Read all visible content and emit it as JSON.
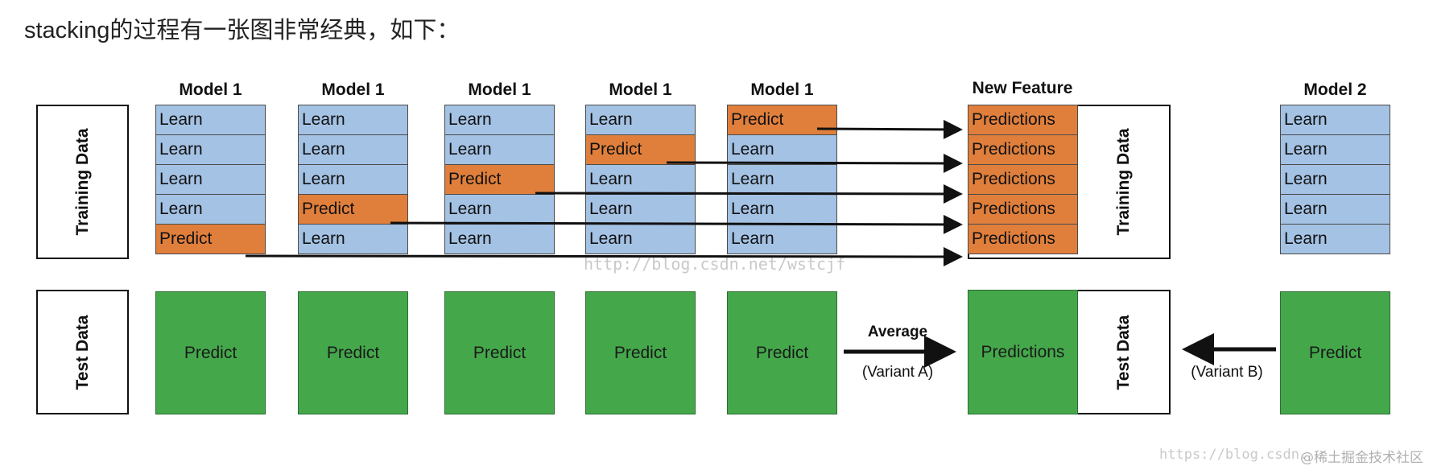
{
  "intro_text": "stacking的过程有一张图非常经典，如下：",
  "labels": {
    "training_data": "Training Data",
    "test_data": "Test Data",
    "new_feature": "New Feature",
    "average": "Average",
    "variant_a": "(Variant A)",
    "variant_b": "(Variant B)"
  },
  "model1_columns": [
    {
      "title": "Model 1",
      "cells": [
        "Learn",
        "Learn",
        "Learn",
        "Learn",
        "Predict"
      ],
      "test": "Predict"
    },
    {
      "title": "Model 1",
      "cells": [
        "Learn",
        "Learn",
        "Learn",
        "Predict",
        "Learn"
      ],
      "test": "Predict"
    },
    {
      "title": "Model 1",
      "cells": [
        "Learn",
        "Learn",
        "Predict",
        "Learn",
        "Learn"
      ],
      "test": "Predict"
    },
    {
      "title": "Model 1",
      "cells": [
        "Learn",
        "Predict",
        "Learn",
        "Learn",
        "Learn"
      ],
      "test": "Predict"
    },
    {
      "title": "Model 1",
      "cells": [
        "Predict",
        "Learn",
        "Learn",
        "Learn",
        "Learn"
      ],
      "test": "Predict"
    }
  ],
  "new_feature_cells": [
    "Predictions",
    "Predictions",
    "Predictions",
    "Predictions",
    "Predictions"
  ],
  "new_feature_test": "Predictions",
  "model2": {
    "title": "Model 2",
    "cells": [
      "Learn",
      "Learn",
      "Learn",
      "Learn",
      "Learn"
    ],
    "test": "Predict"
  },
  "colors": {
    "learn": "#a4c2e4",
    "predict": "#e07f3c",
    "test": "#44a84b"
  },
  "watermarks": [
    "http://blog.csdn.net/wstcjf",
    "https://blog.csdn.",
    "@稀土掘金技术社区"
  ]
}
